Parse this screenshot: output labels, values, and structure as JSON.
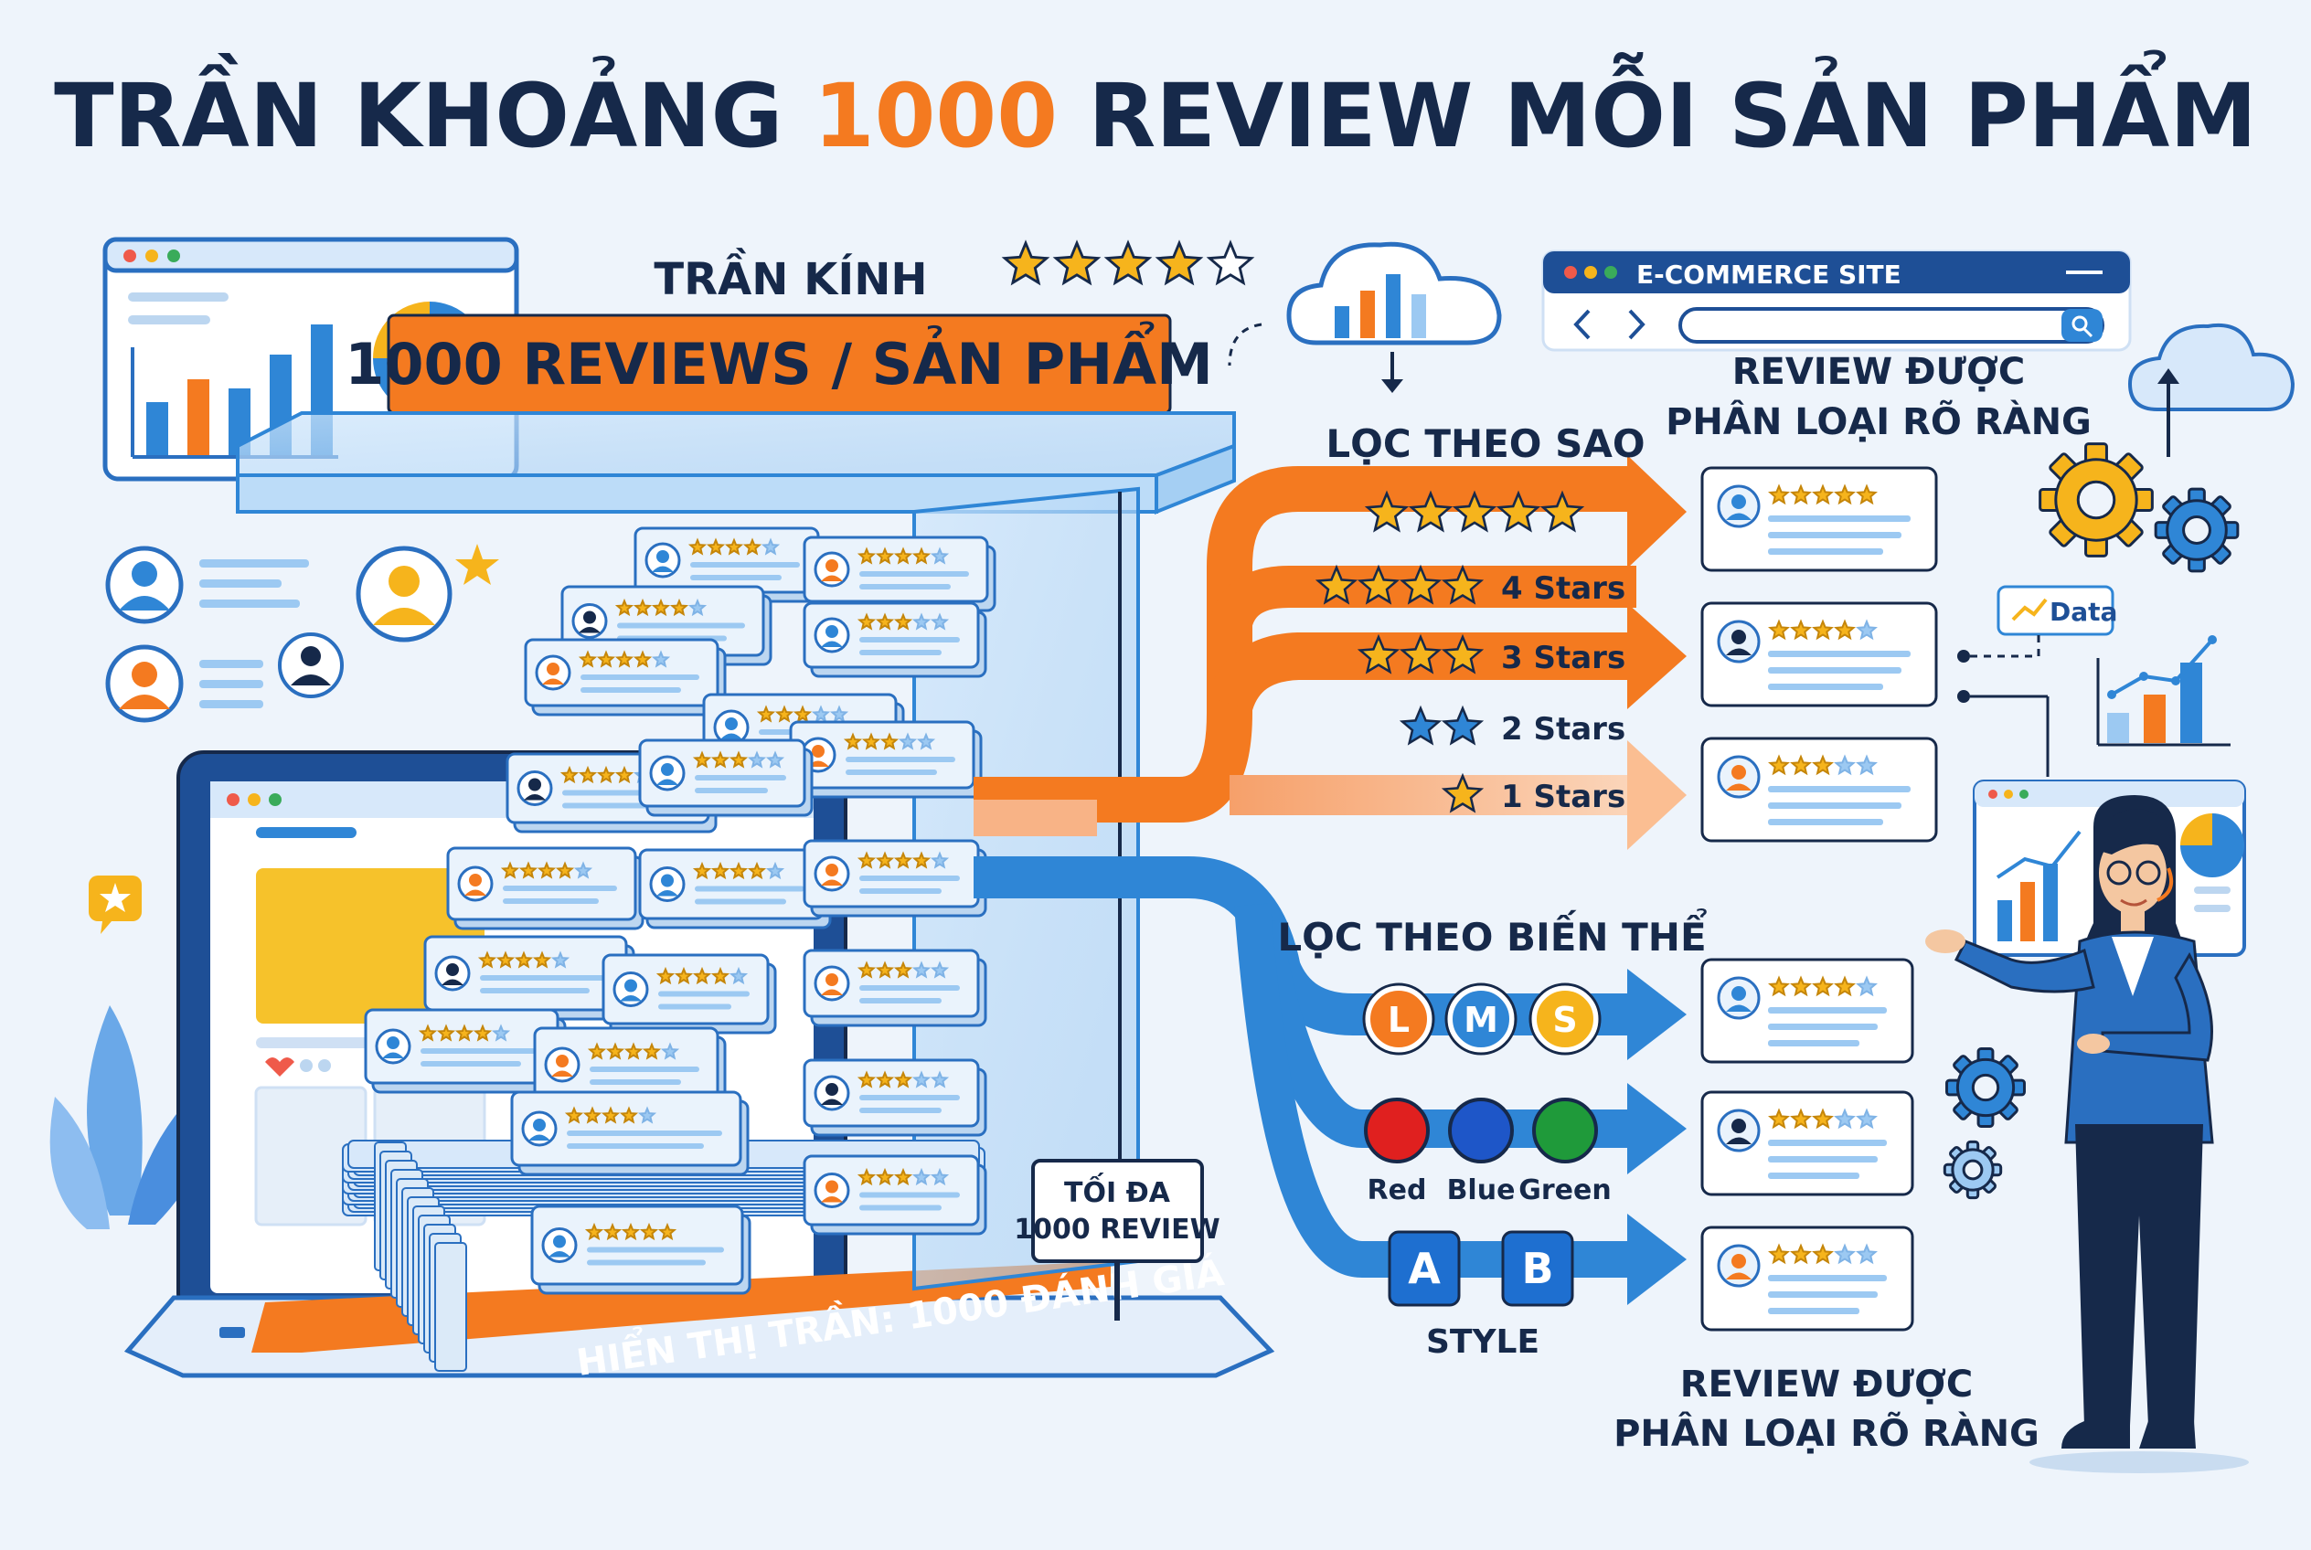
{
  "title": {
    "part1": "TRẦN KHOẢNG ",
    "highlight": "1000",
    "part2": " REVIEW MỖI SẢN PHẨM"
  },
  "ceiling": {
    "label": "TRẦN KÍNH",
    "banner": "1000 REVIEWS / SẢN PHẨM"
  },
  "display_cap": "HIỂN THỊ TRẦN: 1000 ĐÁNH GIÁ",
  "max_sign": {
    "line1": "TỐI ĐA",
    "line2": "1000 REVIEW"
  },
  "ecommerce": {
    "site_label": "E-COMMERCE SITE"
  },
  "sorted_label_top": {
    "line1": "REVIEW ĐƯỢC",
    "line2": "PHÂN LOẠI RÕ RÀNG"
  },
  "star_filter": {
    "heading": "LỌC THEO SAO",
    "rows": [
      {
        "stars": 5,
        "label": ""
      },
      {
        "stars": 4,
        "label": "4 Stars"
      },
      {
        "stars": 3,
        "label": "3 Stars"
      },
      {
        "stars": 2,
        "label": "2 Stars"
      },
      {
        "stars": 1,
        "label": "1 Stars"
      }
    ]
  },
  "variant_filter": {
    "heading": "LỌC THEO BIẾN THỂ",
    "sizes": [
      "L",
      "M",
      "S"
    ],
    "colors": [
      {
        "name": "Red",
        "hex": "#e0201f"
      },
      {
        "name": "Blue",
        "hex": "#1e56c8"
      },
      {
        "name": "Green",
        "hex": "#1f9a3a"
      }
    ],
    "styles": [
      "A",
      "B"
    ],
    "style_label": "STYLE"
  },
  "sorted_label_bottom": {
    "line1": "REVIEW ĐƯỢC",
    "line2": "PHÂN LOẠI RÕ RÀNG"
  },
  "data_badge": "Data",
  "colors": {
    "navy": "#16294a",
    "orange": "#f47a20",
    "blue": "#2f86d6",
    "star": "#f6b41c",
    "card": "#eaf3fc",
    "background": "#eef4fb"
  },
  "icons": [
    "bar-chart-icon",
    "cloud-icon",
    "gear-icon",
    "search-icon",
    "user-avatar-icon",
    "star-icon",
    "presenter-figure",
    "laptop-icon"
  ]
}
